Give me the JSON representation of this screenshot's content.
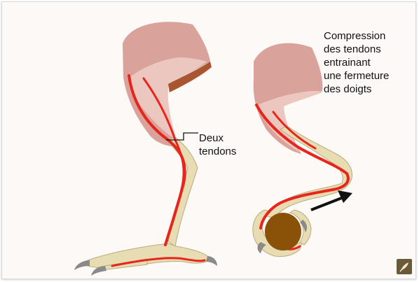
{
  "labels": {
    "tendons": [
      "Deux",
      "tendons"
    ],
    "compression": [
      "Compression",
      "des tendons",
      "entrainant",
      "une fermeture",
      "des doigts"
    ]
  },
  "colors": {
    "background": "#fcf9f6",
    "thigh": "#d9a39b",
    "thigh_light": "#ecc7bf",
    "tendon": "#e8251d",
    "leg": "#e8dcb2",
    "leg_outline": "#b9ab80",
    "claw": "#8a8a8a",
    "perch": "#8a5208",
    "arrow": "#111111"
  },
  "icons": {
    "arrow": "arrow-right-icon",
    "corner": "feather-logo-icon"
  }
}
